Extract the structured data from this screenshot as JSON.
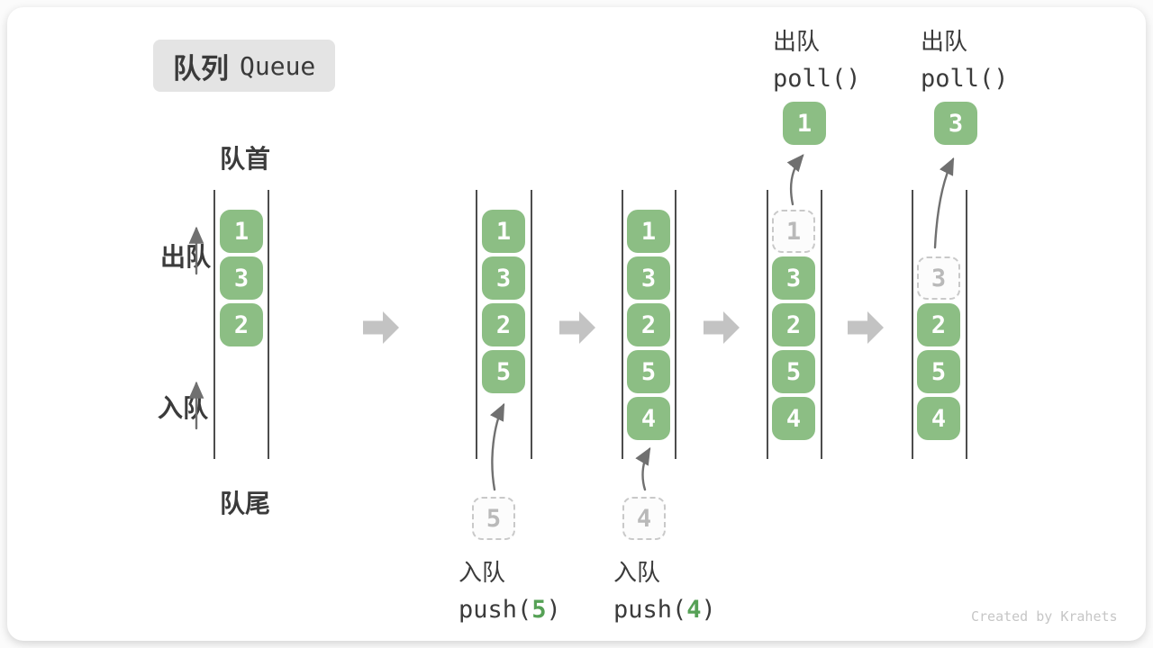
{
  "title": {
    "zh": "队列",
    "en": "Queue"
  },
  "labels": {
    "front": "队首",
    "rear": "队尾",
    "dequeue": "出队",
    "enqueue": "入队"
  },
  "operations": {
    "poll_label": "出队",
    "poll_code": "poll()",
    "push_label": "入队",
    "push_open": "push(",
    "push_close": ")",
    "push_args": {
      "first": "5",
      "second": "4"
    }
  },
  "queues": [
    {
      "cells": [
        "1",
        "3",
        "2"
      ]
    },
    {
      "cells": [
        "1",
        "3",
        "2",
        "5"
      ],
      "incoming": "5"
    },
    {
      "cells": [
        "1",
        "3",
        "2",
        "5",
        "4"
      ],
      "incoming": "4"
    },
    {
      "popped": "1",
      "ghost": "1",
      "cells": [
        "3",
        "2",
        "5",
        "4"
      ]
    },
    {
      "popped": "3",
      "ghost": "3",
      "cells": [
        "2",
        "5",
        "4"
      ]
    }
  ],
  "watermark": "Created by Krahets",
  "colors": {
    "cell_green": "#8cbe84",
    "arg_green": "#56a156",
    "block_arrow_gray": "#c3c3c3",
    "flow_arrow_gray": "#707070",
    "badge_bg": "#e4e4e4"
  }
}
